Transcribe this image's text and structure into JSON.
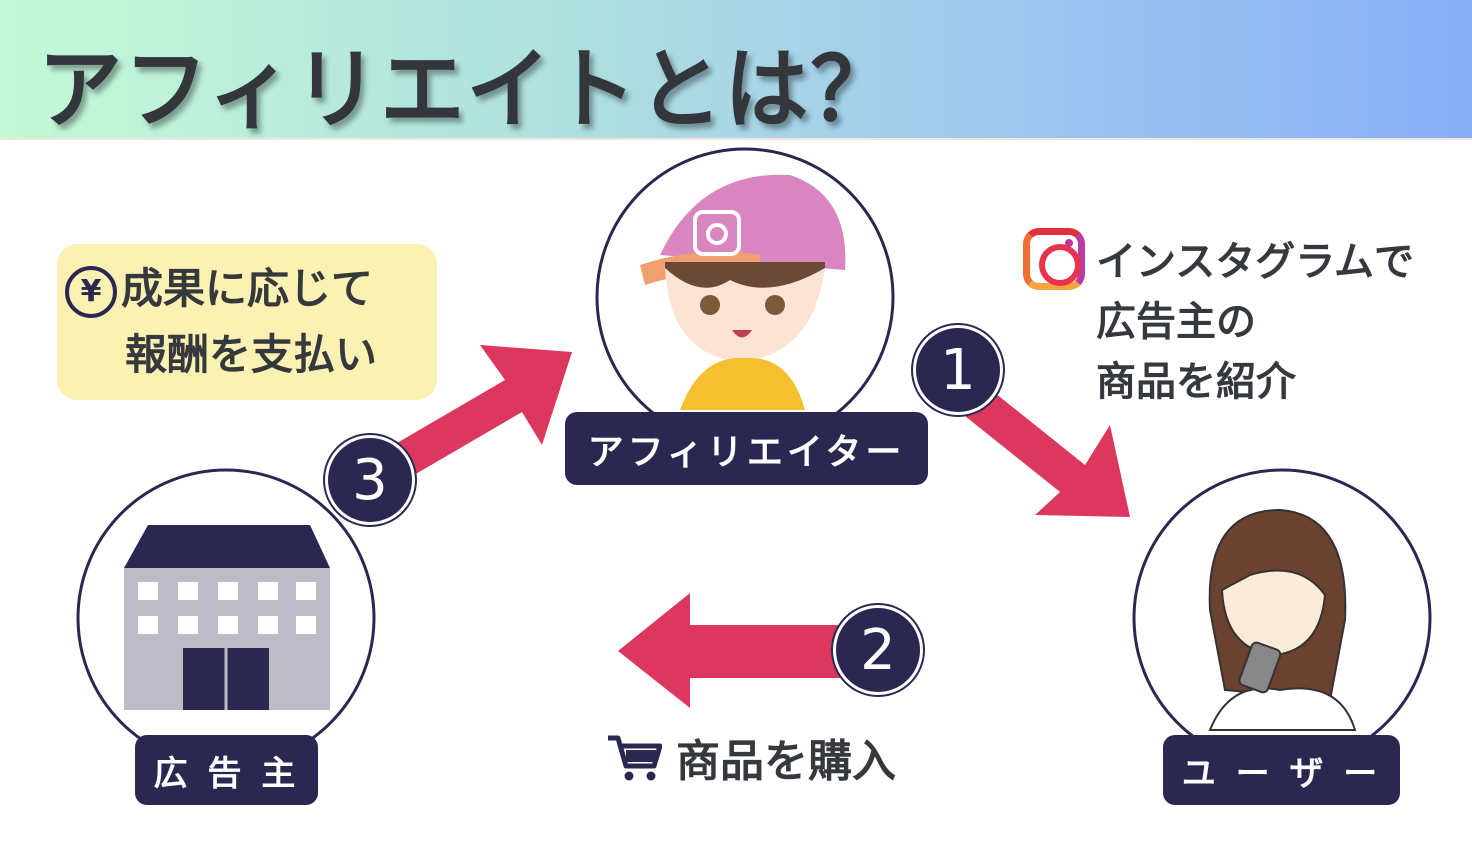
{
  "header": {
    "title": "アフィリエイトとは？"
  },
  "roles": {
    "affiliator": "アフィリエイター",
    "advertiser": "広 告 主",
    "user": "ユ ー ザ ー"
  },
  "steps": {
    "one": "1",
    "two": "2",
    "three": "3"
  },
  "notes": {
    "reward_line1": "成果に応じて",
    "reward_line2": "報酬を支払い",
    "yen_symbol": "¥",
    "introduce_line1": "インスタグラムで",
    "introduce_line2": "広告主の",
    "introduce_line3": "商品を紹介",
    "purchase": "商品を購入"
  },
  "colors": {
    "navy": "#2a2850",
    "arrow": "#dc375e",
    "note_bg": "#fbf1b3"
  }
}
